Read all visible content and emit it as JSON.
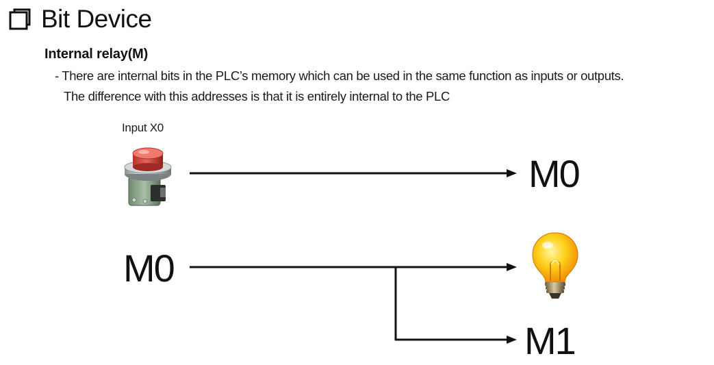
{
  "slide": {
    "title": "Bit Device",
    "bullet_icon": "hollow-square-bullet-icon"
  },
  "section": {
    "heading": "Internal relay(M)",
    "description_line_1": "- There are internal bits in the PLC’s memory which can be used in the same function as inputs or outputs.",
    "description_line_2": "The difference with this addresses is that it is entirely internal to the PLC"
  },
  "diagram": {
    "input_label": "Input X0",
    "input_icon": "push-button-icon",
    "output_icon": "light-bulb-icon",
    "m0_output_label": "M0",
    "m0_input_label": "M0",
    "m1_output_label": "M1"
  }
}
